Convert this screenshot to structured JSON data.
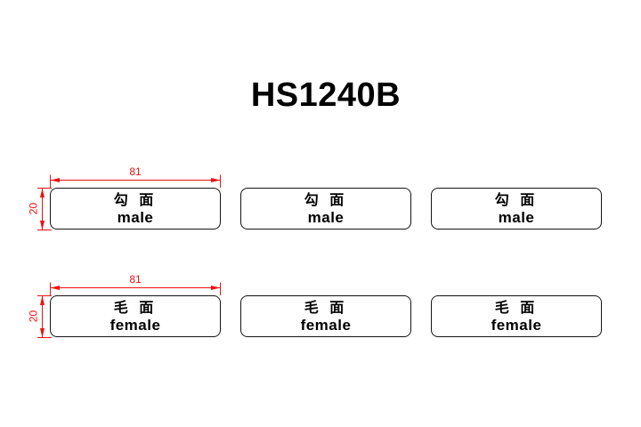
{
  "title": "HS1240B",
  "colors": {
    "background": "#ffffff",
    "outline": "#141414",
    "text": "#000000",
    "dimension_red": "#ee1111"
  },
  "rows": [
    {
      "side": "hook-side",
      "label_zh": "勾 面",
      "label_en": "male",
      "dim_width": "81",
      "dim_height": "20",
      "box_count": 3
    },
    {
      "side": "loop-side",
      "label_zh": "毛 面",
      "label_en": "female",
      "dim_width": "81",
      "dim_height": "20",
      "box_count": 3
    }
  ]
}
